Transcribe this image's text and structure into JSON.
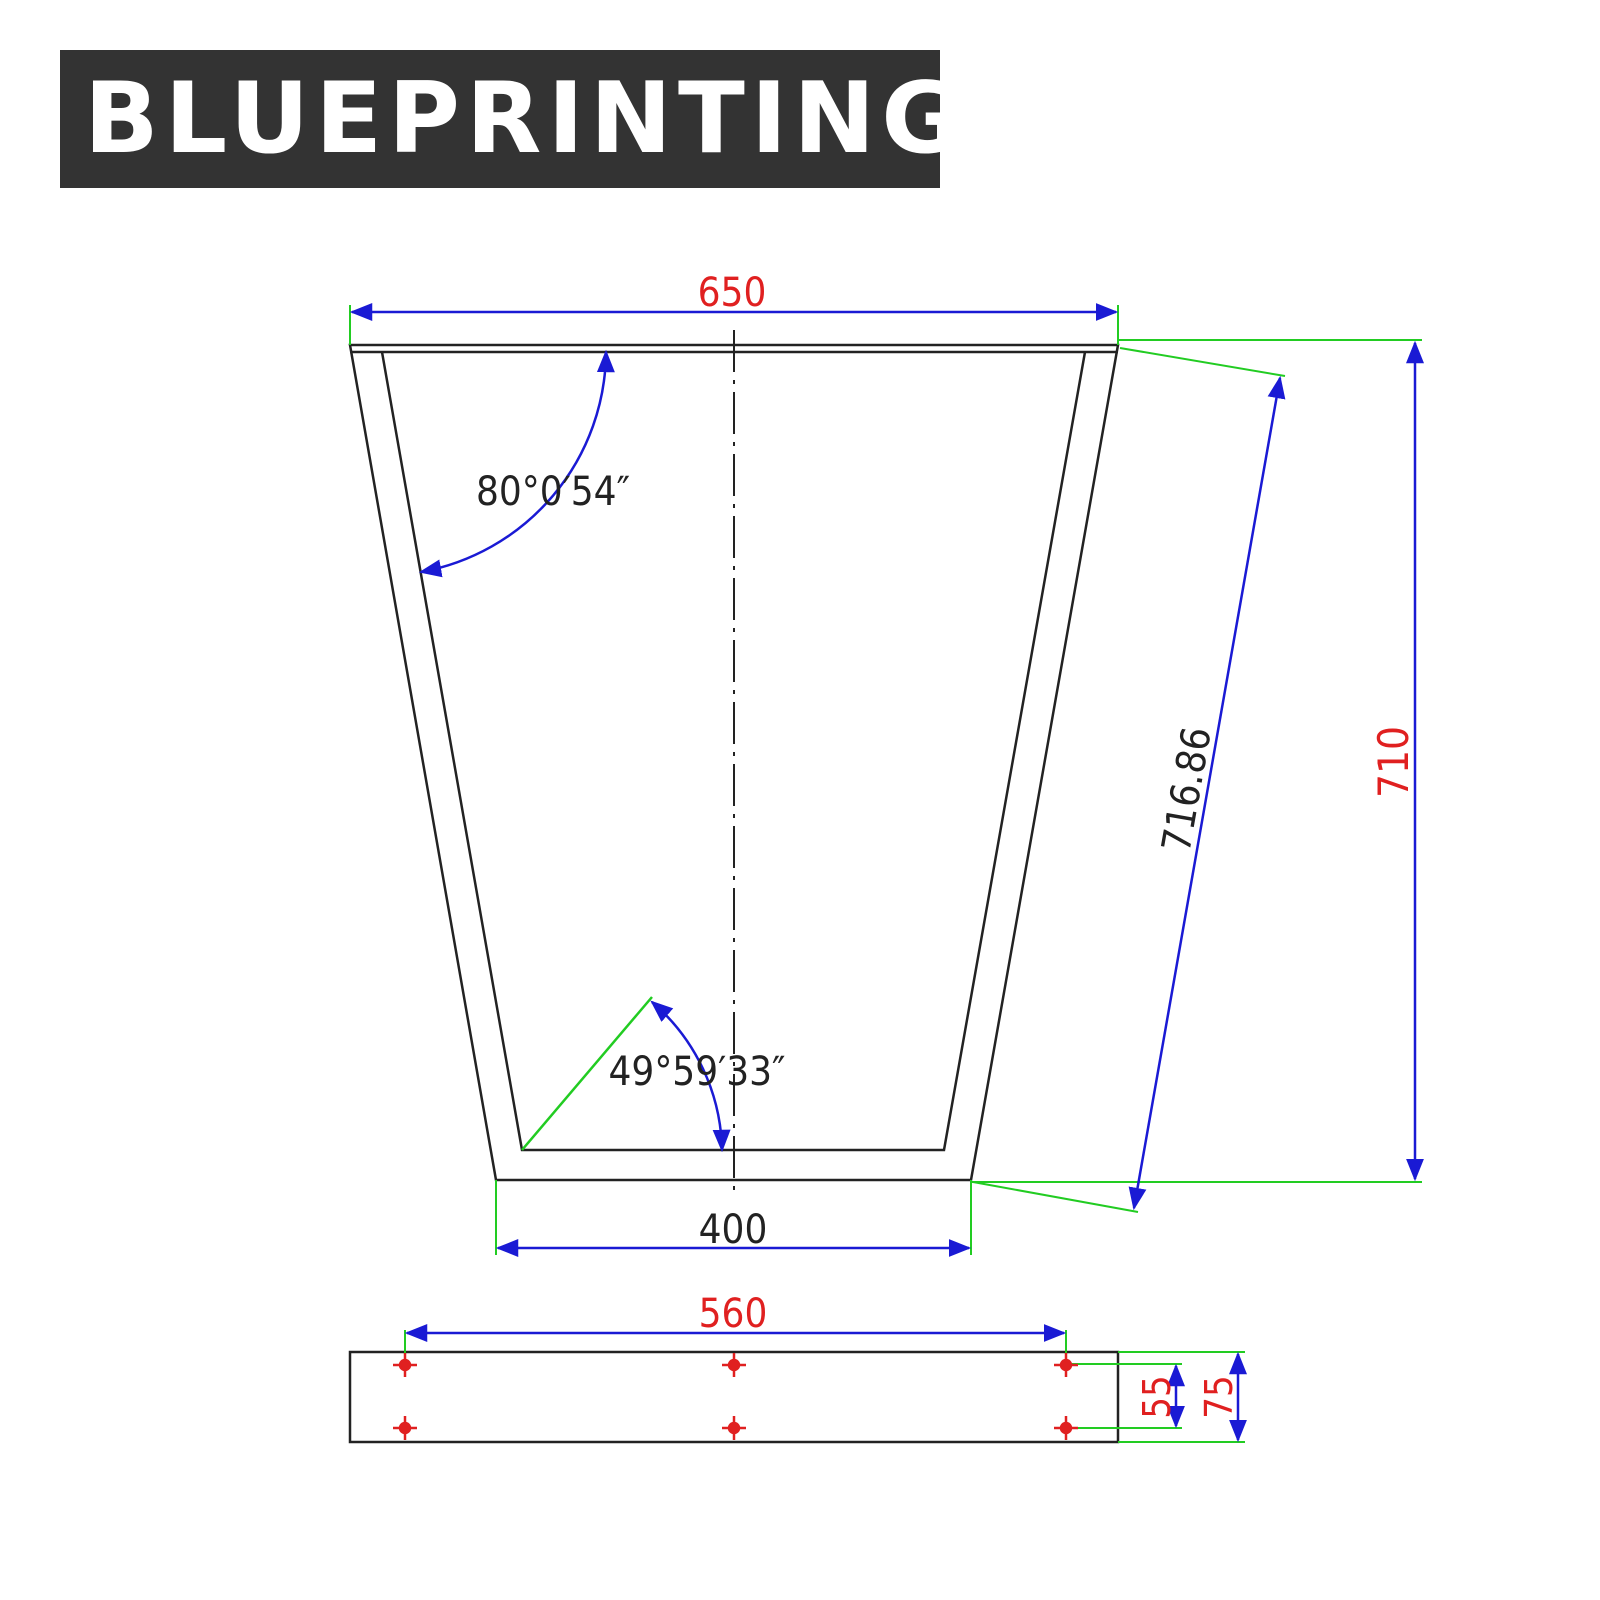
{
  "header": {
    "title": "BLUEPRINTING"
  },
  "dimensions": {
    "top_width": "650",
    "bottom_width": "400",
    "total_height": "710",
    "leg_length": "716.86",
    "top_angle": "80°0′54″",
    "bottom_angle": "49°59′33″",
    "hole_spacing": "560",
    "hole_offset": "55",
    "bar_width": "75"
  },
  "colors": {
    "outline": "#222222",
    "dimension_line": "#1a1ad4",
    "extension_line": "#22cc22",
    "dimension_text_red": "#e02020",
    "dimension_text_dark": "#222222",
    "hole_marker": "#e02020",
    "banner_bg": "#333333",
    "banner_text": "#ffffff"
  }
}
